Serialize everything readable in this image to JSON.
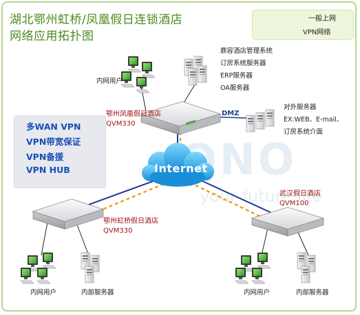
{
  "title": {
    "line1": "湖北鄂州虹桥/凤凰假日连锁酒店",
    "line2": "网络应用拓扑图"
  },
  "legend": {
    "solid_label": "一般上网",
    "dashed_label": "VPN网络",
    "solid_color": "#1e3c8c",
    "dashed_color": "#f0a020"
  },
  "features": [
    "多WAN VPN",
    "VPN带宽保证",
    "VPN备援",
    "VPN HUB"
  ],
  "hq": {
    "name": "鄂州凤凰假日酒店",
    "model": "QVM330",
    "servers": [
      "鼎容酒店管理系统",
      "订房系统服务器",
      "ERP服务器",
      "OA服务器"
    ],
    "lan_users": "内网用户",
    "dmz": "DMZ",
    "public_servers": [
      "对外服务器",
      "EX:WEB、E-mail、",
      "订房系统介面"
    ]
  },
  "internet": "Internet",
  "branch_left": {
    "name": "鄂州虹桥假日酒店",
    "model": "QVM330",
    "users": "内网用户",
    "servers": "内部服务器"
  },
  "branch_right": {
    "name": "武汉假日酒店",
    "model": "QVM100",
    "users": "内网用户",
    "servers": "内部服务器"
  },
  "watermark": {
    "brand": "QNO",
    "tagline": "your future life"
  }
}
